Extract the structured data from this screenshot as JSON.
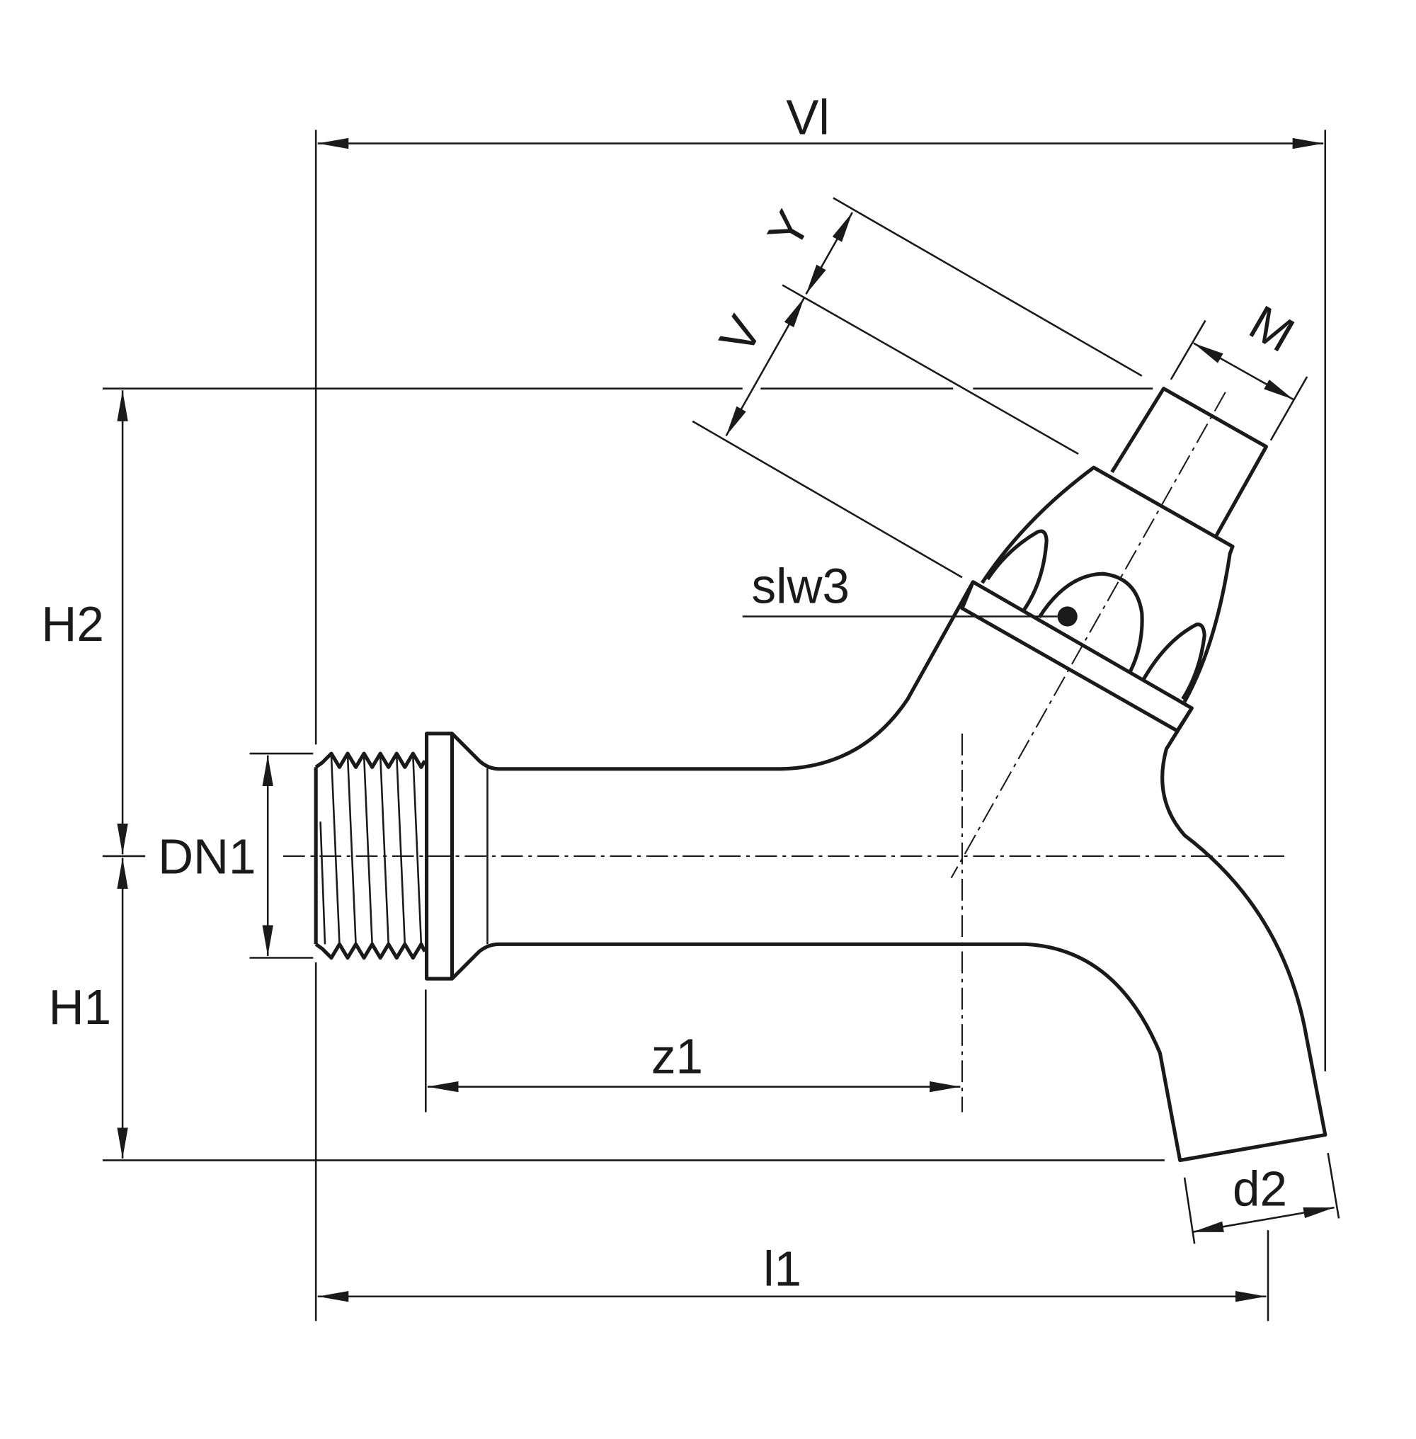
{
  "labels": {
    "vl": "Vl",
    "h2": "H2",
    "h1": "H1",
    "dn1": "DN1",
    "z1": "z1",
    "l1": "l1",
    "d2": "d2",
    "slw3": "slw3",
    "y": "Y",
    "v": "V",
    "m": "M"
  },
  "colors": {
    "line": "#1a1a1a",
    "background": "#ffffff"
  }
}
